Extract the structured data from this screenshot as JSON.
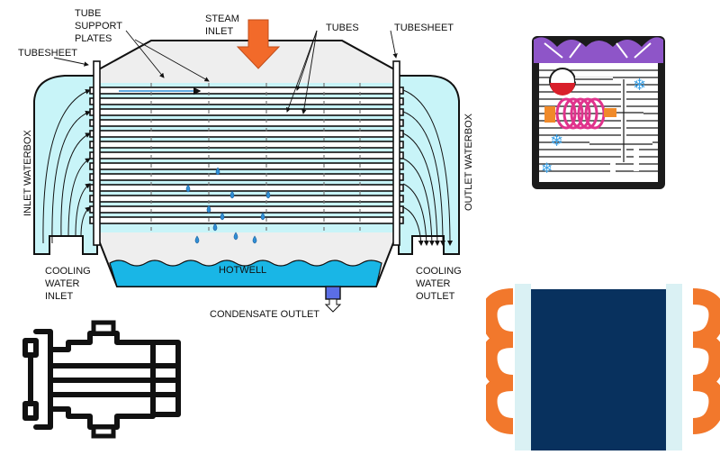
{
  "condenser": {
    "labels": {
      "tube_support_plates_1": "TUBE",
      "tube_support_plates_2": "SUPPORT",
      "tube_support_plates_3": "PLATES",
      "tubesheet_left": "TUBESHEET",
      "steam_inlet_1": "STEAM",
      "steam_inlet_2": "INLET",
      "tubes": "TUBES",
      "tubesheet_right": "TUBESHEET",
      "inlet_waterbox": "INLET WATERBOX",
      "outlet_waterbox": "OUTLET WATERBOX",
      "hotwell": "HOTWELL",
      "cooling_in_1": "COOLING",
      "cooling_in_2": "WATER",
      "cooling_in_3": "INLET",
      "cooling_out_1": "COOLING",
      "cooling_out_2": "WATER",
      "cooling_out_3": "OUTLET",
      "condensate_outlet": "CONDENSATE OUTLET"
    },
    "colors": {
      "waterbox": "#c8f4f8",
      "water": "#19b6e6",
      "tube": "#ffffff",
      "shell": "#eeeeee",
      "steam_arrow": "#f26a2a",
      "drop": "#2f8fd6",
      "outlet": "#5b6ee6"
    }
  },
  "freezer_icon": {
    "name": "refrigeration-unit-icon",
    "colors": {
      "frame": "#1b1b1b",
      "top": "#8e55c8",
      "coil": "#e0338c",
      "tank": "#d91f2a",
      "snow": "#3aa0e6",
      "valve": "#f08a2a"
    }
  },
  "exchanger_icon": {
    "name": "shell-and-tube-exchanger-icon",
    "colors": {
      "stroke": "#111111"
    }
  },
  "heat_sink_icon": {
    "name": "heat-sink-icon",
    "colors": {
      "pipe": "#f2782c",
      "panel": "#08315e",
      "edge": "#daf1f4"
    }
  }
}
